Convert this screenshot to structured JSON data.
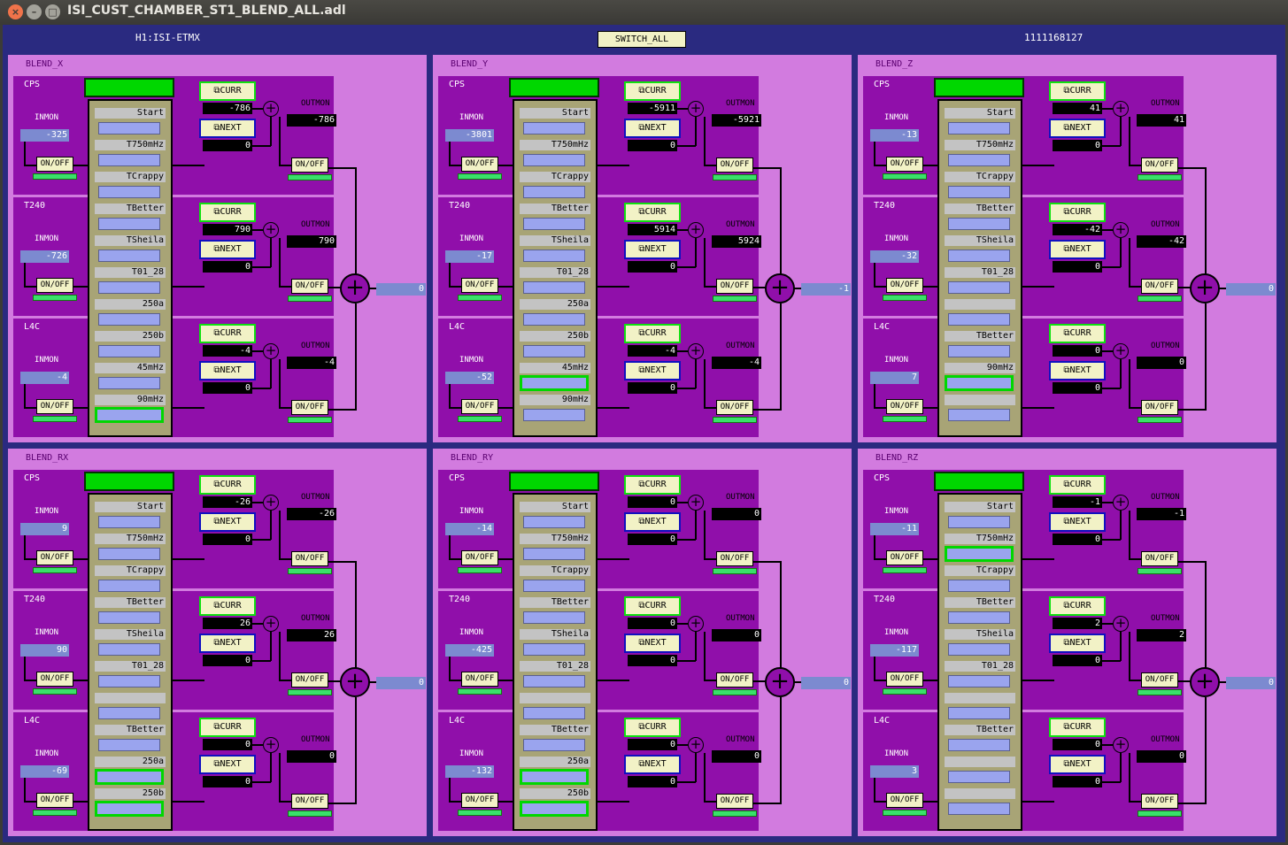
{
  "window": {
    "title": "ISI_CUST_CHAMBER_ST1_BLEND_ALL.adl"
  },
  "header": {
    "ifo": "H1:ISI-ETMX",
    "switch_all": "SWITCH_ALL",
    "gps": "1111168127"
  },
  "labels": {
    "inmon": "INMON",
    "outmon": "OUTMON",
    "onoff": "ON/OFF",
    "curr": "CURR",
    "next": "NEXT",
    "sum": "+"
  },
  "colors": {
    "panel": "#d27bdf",
    "section": "#900faa",
    "accent_green": "#00d700",
    "next_border": "#1010c0"
  },
  "panels": [
    {
      "name": "BLEND_X",
      "total": "0",
      "sections": [
        {
          "label": "CPS",
          "inmon": "-325",
          "curr": "-786",
          "next": "0",
          "outmon": "-786"
        },
        {
          "label": "T240",
          "inmon": "-726",
          "curr": "790",
          "next": "0",
          "outmon": "790"
        },
        {
          "label": "L4C",
          "inmon": "-4",
          "curr": "-4",
          "next": "0",
          "outmon": "-4"
        }
      ],
      "filters": [
        {
          "label": "Start",
          "sel": false
        },
        {
          "label": "T750mHz",
          "sel": false
        },
        {
          "label": "TCrappy",
          "sel": false
        },
        {
          "label": "TBetter",
          "sel": false
        },
        {
          "label": "TSheila",
          "sel": false
        },
        {
          "label": "T01_28",
          "sel": false
        },
        {
          "label": "250a",
          "sel": false
        },
        {
          "label": "250b",
          "sel": false
        },
        {
          "label": "45mHz",
          "sel": false
        },
        {
          "label": "90mHz",
          "sel": true
        }
      ]
    },
    {
      "name": "BLEND_Y",
      "total": "-1",
      "sections": [
        {
          "label": "CPS",
          "inmon": "-3801",
          "curr": "-5911",
          "next": "0",
          "outmon": "-5921"
        },
        {
          "label": "T240",
          "inmon": "-17",
          "curr": "5914",
          "next": "0",
          "outmon": "5924"
        },
        {
          "label": "L4C",
          "inmon": "-52",
          "curr": "-4",
          "next": "0",
          "outmon": "-4"
        }
      ],
      "filters": [
        {
          "label": "Start",
          "sel": false
        },
        {
          "label": "T750mHz",
          "sel": false
        },
        {
          "label": "TCrappy",
          "sel": false
        },
        {
          "label": "TBetter",
          "sel": false
        },
        {
          "label": "TSheila",
          "sel": false
        },
        {
          "label": "T01_28",
          "sel": false
        },
        {
          "label": "250a",
          "sel": false
        },
        {
          "label": "250b",
          "sel": false
        },
        {
          "label": "45mHz",
          "sel": true
        },
        {
          "label": "90mHz",
          "sel": false
        }
      ]
    },
    {
      "name": "BLEND_Z",
      "total": "0",
      "sections": [
        {
          "label": "CPS",
          "inmon": "-13",
          "curr": "41",
          "next": "0",
          "outmon": "41"
        },
        {
          "label": "T240",
          "inmon": "-32",
          "curr": "-42",
          "next": "0",
          "outmon": "-42"
        },
        {
          "label": "L4C",
          "inmon": "7",
          "curr": "0",
          "next": "0",
          "outmon": "0"
        }
      ],
      "filters": [
        {
          "label": "Start",
          "sel": false
        },
        {
          "label": "T750mHz",
          "sel": false
        },
        {
          "label": "TCrappy",
          "sel": false
        },
        {
          "label": "TBetter",
          "sel": false
        },
        {
          "label": "TSheila",
          "sel": false
        },
        {
          "label": "T01_28",
          "sel": false
        },
        {
          "label": "",
          "sel": false
        },
        {
          "label": "TBetter",
          "sel": false
        },
        {
          "label": "90mHz",
          "sel": true
        },
        {
          "label": "",
          "sel": false
        }
      ]
    },
    {
      "name": "BLEND_RX",
      "total": "0",
      "sections": [
        {
          "label": "CPS",
          "inmon": "9",
          "curr": "-26",
          "next": "0",
          "outmon": "-26"
        },
        {
          "label": "T240",
          "inmon": "90",
          "curr": "26",
          "next": "0",
          "outmon": "26"
        },
        {
          "label": "L4C",
          "inmon": "-69",
          "curr": "0",
          "next": "0",
          "outmon": "0"
        }
      ],
      "filters": [
        {
          "label": "Start",
          "sel": false
        },
        {
          "label": "T750mHz",
          "sel": false
        },
        {
          "label": "TCrappy",
          "sel": false
        },
        {
          "label": "TBetter",
          "sel": false
        },
        {
          "label": "TSheila",
          "sel": false
        },
        {
          "label": "T01_28",
          "sel": false
        },
        {
          "label": "",
          "sel": false
        },
        {
          "label": "TBetter",
          "sel": false
        },
        {
          "label": "250a",
          "sel": true
        },
        {
          "label": "250b",
          "sel": true
        }
      ]
    },
    {
      "name": "BLEND_RY",
      "total": "0",
      "sections": [
        {
          "label": "CPS",
          "inmon": "-14",
          "curr": "0",
          "next": "0",
          "outmon": "0"
        },
        {
          "label": "T240",
          "inmon": "-425",
          "curr": "0",
          "next": "0",
          "outmon": "0"
        },
        {
          "label": "L4C",
          "inmon": "-132",
          "curr": "0",
          "next": "0",
          "outmon": "0"
        }
      ],
      "filters": [
        {
          "label": "Start",
          "sel": false
        },
        {
          "label": "T750mHz",
          "sel": false
        },
        {
          "label": "TCrappy",
          "sel": false
        },
        {
          "label": "TBetter",
          "sel": false
        },
        {
          "label": "TSheila",
          "sel": false
        },
        {
          "label": "T01_28",
          "sel": false
        },
        {
          "label": "",
          "sel": false
        },
        {
          "label": "TBetter",
          "sel": false
        },
        {
          "label": "250a",
          "sel": true
        },
        {
          "label": "250b",
          "sel": true
        }
      ]
    },
    {
      "name": "BLEND_RZ",
      "total": "0",
      "sections": [
        {
          "label": "CPS",
          "inmon": "-11",
          "curr": "-1",
          "next": "0",
          "outmon": "-1"
        },
        {
          "label": "T240",
          "inmon": "-117",
          "curr": "2",
          "next": "0",
          "outmon": "2"
        },
        {
          "label": "L4C",
          "inmon": "3",
          "curr": "0",
          "next": "0",
          "outmon": "0"
        }
      ],
      "filters": [
        {
          "label": "Start",
          "sel": false
        },
        {
          "label": "T750mHz",
          "sel": true
        },
        {
          "label": "TCrappy",
          "sel": false
        },
        {
          "label": "TBetter",
          "sel": false
        },
        {
          "label": "TSheila",
          "sel": false
        },
        {
          "label": "T01_28",
          "sel": false
        },
        {
          "label": "",
          "sel": false
        },
        {
          "label": "TBetter",
          "sel": false
        },
        {
          "label": "",
          "sel": false
        },
        {
          "label": "",
          "sel": false
        }
      ]
    }
  ]
}
